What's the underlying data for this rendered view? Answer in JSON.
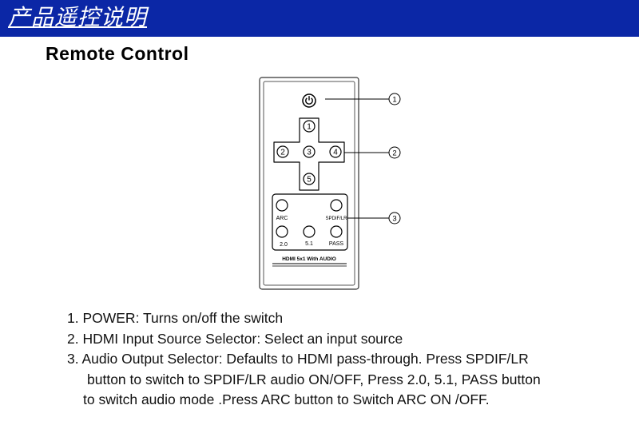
{
  "banner": {
    "title": "产品遥控说明",
    "color": "#0b27a6"
  },
  "section_title": "Remote Control",
  "remote": {
    "power_icon": "power-icon",
    "number_buttons": [
      "1",
      "2",
      "3",
      "4",
      "5"
    ],
    "audio_buttons": {
      "arc": "ARC",
      "spdif": "SPDIF/LR",
      "stereo": "2.0",
      "surround": "5.1",
      "pass": "PASS"
    },
    "model_label": "HDMI 5x1 With AUDIO",
    "callouts": [
      "1",
      "2",
      "3"
    ]
  },
  "description": {
    "item1": "1.  POWER: Turns on/off the switch",
    "item2": "2.  HDMI Input Source Selector: Select an input source",
    "item3_line1": "3.  Audio Output Selector: Defaults to HDMI pass-through. Press SPDIF/LR",
    "item3_line2": "button to switch to SPDIF/LR audio ON/OFF, Press 2.0, 5.1, PASS button",
    "item3_line3": "to switch audio mode .Press  ARC button to Switch ARC ON /OFF."
  }
}
